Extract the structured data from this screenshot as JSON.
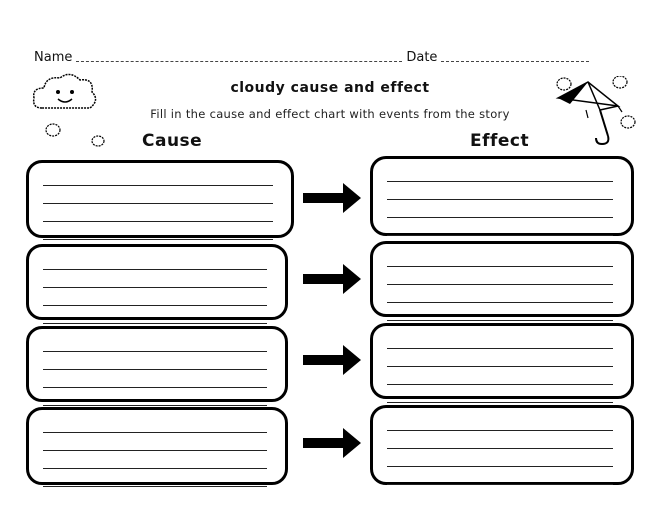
{
  "header": {
    "name_label": "Name",
    "date_label": "Date"
  },
  "title": "cloudy cause and effect",
  "instructions": "Fill in the cause and effect chart with events from the story",
  "columns": {
    "cause": "Cause",
    "effect": "Effect"
  },
  "rows": [
    {
      "cause_lines": 4,
      "effect_lines": 4
    },
    {
      "cause_lines": 4,
      "effect_lines": 4
    },
    {
      "cause_lines": 4,
      "effect_lines": 4
    },
    {
      "cause_lines": 4,
      "effect_lines": 4
    }
  ],
  "icons": {
    "cloud": "cloud-face-icon",
    "umbrella": "umbrella-icon",
    "droplet": "droplet-icon"
  }
}
